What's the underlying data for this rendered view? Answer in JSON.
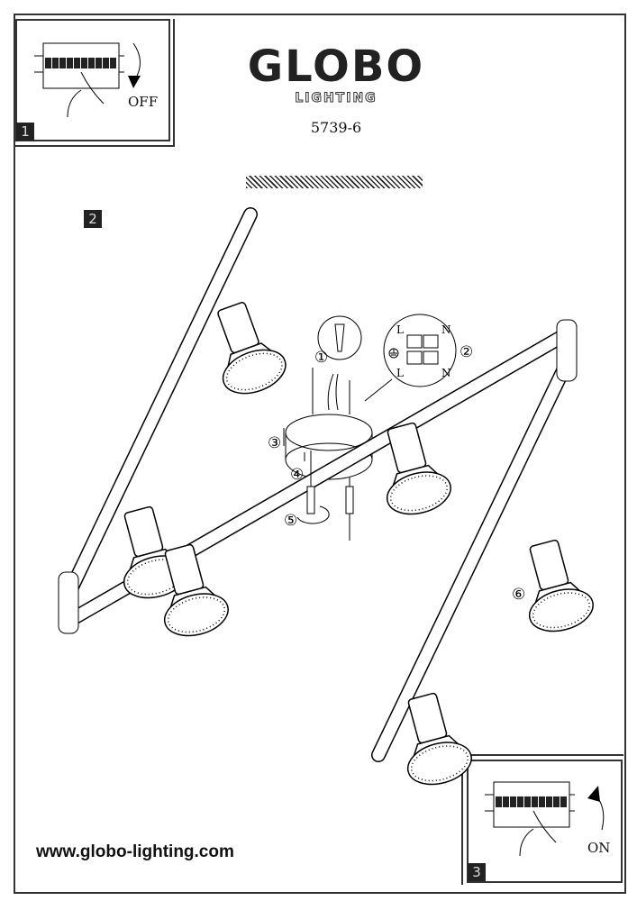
{
  "brand": {
    "name": "GLOBO",
    "subtitle": "LIGHTING"
  },
  "model_number": "5739-6",
  "steps": [
    {
      "number": "1",
      "label": "OFF"
    },
    {
      "number": "2"
    },
    {
      "number": "3",
      "label": "ON"
    }
  ],
  "wiring": {
    "live_top": "L",
    "neutral_top": "N",
    "live_bottom": "L",
    "neutral_bottom": "N",
    "earth_icon": "earth-ground-icon"
  },
  "callouts": [
    "①",
    "②",
    "③",
    "④",
    "⑤",
    "⑥"
  ],
  "website": "www.globo-lighting.com"
}
